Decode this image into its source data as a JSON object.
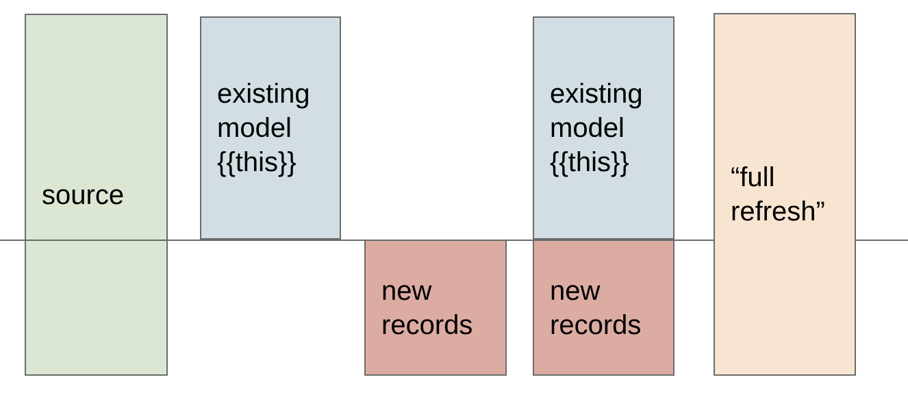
{
  "diagram": {
    "background": "#ffffff",
    "border_color": "#6b6b6b",
    "divider_color": "#6b6b6b",
    "text_color": "#000000",
    "divider": {
      "name": "timeline-divider-line"
    },
    "boxes": [
      {
        "name": "source",
        "label": "source",
        "fill": "#dbe7d3",
        "position": "spans divider"
      },
      {
        "name": "existing-model-1",
        "label": "existing model {{this}}",
        "fill": "#d2dee4",
        "position": "above divider"
      },
      {
        "name": "new-records-1",
        "label": "new records",
        "fill": "#dcaca3",
        "position": "below divider"
      },
      {
        "name": "existing-model-2",
        "label": "existing model {{this}}",
        "fill": "#d2dee4",
        "position": "above divider"
      },
      {
        "name": "new-records-2",
        "label": "new records",
        "fill": "#dcaca3",
        "position": "below divider"
      },
      {
        "name": "full-refresh",
        "label": "“full refresh”",
        "fill": "#f8e5d1",
        "position": "spans divider"
      }
    ]
  }
}
